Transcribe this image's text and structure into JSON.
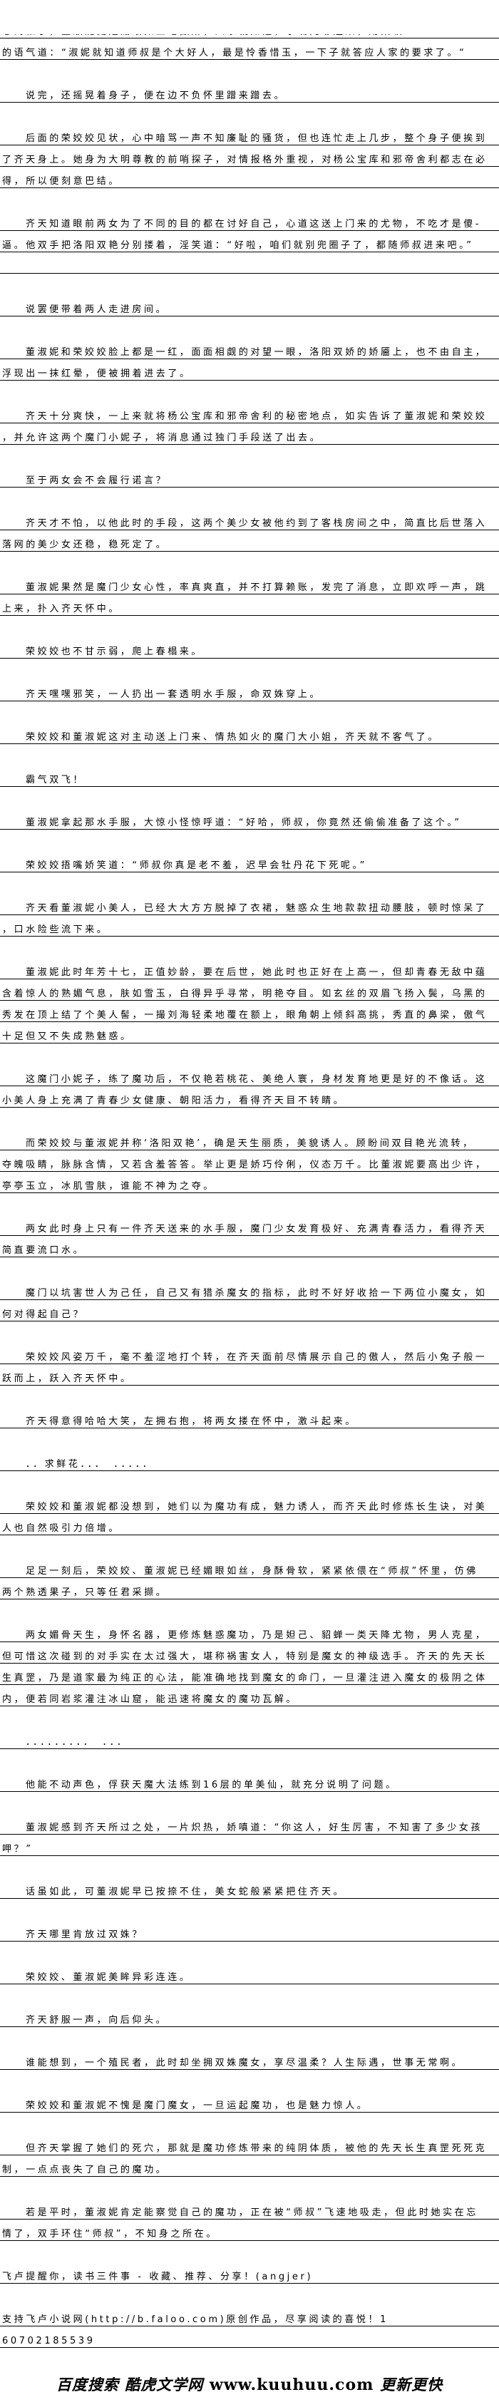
{
  "paragraphs": [
    {
      "lines": [
        "心到松手，董淑妮更是媚眼如丝地撒娇，人家就知道，小嘴儿嘟起来，用柔软",
        "的语气道：“淑妮就知道师叔是个大好人，最是怜香惜玉，一下子就答应人家的要求了。“"
      ],
      "clipped_first": true
    },
    {
      "lines": [
        "说完，还摇晃着身子，便在边不负怀里蹭来蹭去。"
      ]
    },
    {
      "lines": [
        "后面的荣姣姣见状，心中暗骂一声不知廉耻的骚货，但也连忙走上几步，整个身子便挨到",
        "了齐天身上。她身为大明尊教的前哨探子，对情报格外重视，对杨公宝库和邪帝舍利都志在必",
        "得，所以便刻意巴结。"
      ]
    },
    {
      "lines": [
        "齐天知道眼前两女为了不同的目的都在讨好自己，心道这送上门来的尤物，不吃才是傻-",
        "逼。他双手把洛阳双艳分别搂着，淫笑道：“好啦，咱们就别兜圈子了，都随师叔进来吧。”",
        ""
      ]
    },
    {
      "lines": [
        "说罢便带着两人走进房间。"
      ]
    },
    {
      "lines": [
        "董淑妮和荣姣姣脸上都是一红，面面相觑的对望一眼，洛阳双娇的娇靥上，也不由自主，",
        "浮现出一抹红晕，便被拥着进去了。"
      ]
    },
    {
      "lines": [
        "齐天十分爽快，一上来就将杨公宝库和邪帝舍利的秘密地点，如实告诉了董淑妮和荣姣姣",
        "，并允许这两个魔门小妮子，将消息通过独门手段送了出去。"
      ]
    },
    {
      "lines": [
        "至于两女会不会履行诺言？"
      ]
    },
    {
      "lines": [
        "齐天才不怕，以他此时的手段，这两个美少女被他约到了客栈房间之中，简直比后世落入",
        "落网的美少女还稳，稳死定了。"
      ]
    },
    {
      "lines": [
        "董淑妮果然是魔门少女心性，率真爽直，并不打算赖账，发完了消息，立即欢呼一声，跳",
        "上来，扑入齐天怀中。"
      ]
    },
    {
      "lines": [
        "荣姣姣也不甘示弱，爬上春榻来。"
      ]
    },
    {
      "lines": [
        "齐天嘿嘿邪笑，一人扔出一套透明水手服，命双姝穿上。"
      ]
    },
    {
      "lines": [
        "荣姣姣和董淑妮这对主动送上门来、情热如火的魔门大小姐，齐天就不客气了。"
      ]
    },
    {
      "lines": [
        "霸气双飞！"
      ]
    },
    {
      "lines": [
        "董淑妮拿起那水手服，大惊小怪惊呼道：“好哈，师叔，你竟然还偷偷准备了这个。”"
      ]
    },
    {
      "lines": [
        "荣姣姣捂嘴娇笑道：“师叔你真是老不羞，迟早会牡丹花下死呢。”"
      ]
    },
    {
      "lines": [
        "齐天看董淑妮小美人，已经大大方方脱掉了衣裙，魅惑众生地款款扭动腰肢，顿时惊呆了",
        "，口水险些流下来。"
      ]
    },
    {
      "lines": [
        "董淑妮此时年芳十七，正值妙龄，要在后世，她此时也正好在上高一，但却青春无敌中蕴",
        "含着惊人的熟媚气息，肤如雪玉，白得异乎寻常，明艳夺目。如玄丝的双眉飞扬入鬓，乌黑的",
        "秀发在顶上结了个美人髻，一撮刘海轻柔地覆在额上，眼角朝上倾斜高挑，秀直的鼻梁，傲气",
        "十足但又不失成熟魅惑。"
      ]
    },
    {
      "lines": [
        "这魔门小妮子，练了魔功后，不仅艳若桃花、美绝人寰，身材发育地更是好的不像话。这",
        "小美人身上充满了青春少女健康、朝阳活力，看得齐天目不转睛。"
      ]
    },
    {
      "lines": [
        "而荣姣姣与董淑妮并称‘洛阳双艳’，确是天生丽质，美貌诱人。顾盼间双目艳光流转，",
        "夺魄吸睛，脉脉含情，又若含羞答答。举止更是娇巧伶俐，仪态万千。比董淑妮要高出少许，",
        "亭亭玉立，冰肌雪肤，谁能不神为之夺。"
      ]
    },
    {
      "lines": [
        "两女此时身上只有一件齐天送来的水手服，魔门少女发育极好、充满青春活力，看得齐天",
        "简直要流口水。"
      ]
    },
    {
      "lines": [
        "魔门以坑害世人为己任，自己又有猎杀魔女的指标，此时不好好收拾一下两位小魔女，如",
        "何对得起自己？"
      ]
    },
    {
      "lines": [
        "荣姣姣风姿万千，毫不羞涩地打个转，在齐天面前尽情展示自己的傲人，然后小兔子般一",
        "跃而上，跃入齐天怀中。"
      ]
    },
    {
      "lines": [
        "齐天得意得哈哈大笑，左拥右抱，将两女搂在怀中，激斗起来。"
      ]
    },
    {
      "lines": [
        "．．求鲜花．．．　．．．．．"
      ]
    },
    {
      "lines": [
        "荣姣姣和董淑妮都没想到，她们以为魔功有成，魅力诱人，而齐天此时修炼长生诀，对美",
        "人也自然吸引力倍增。"
      ]
    },
    {
      "lines": [
        "足足一刻后，荣姣姣、董淑妮已经媚眼如丝，身酥骨软，紧紧依偎在“师叔”怀里，仿佛",
        "两个熟透果子，只等任君采撷。"
      ]
    },
    {
      "lines": [
        "两女媚骨天生，身怀名器，更修炼魅惑魔功，乃是妲己、貂蝉一类天降尤物，男人克星，",
        "但可惜这次碰到的对手实在太过强大，堪称祸害女人，特别是魔女的神级选手。齐天的先天长",
        "生真罡，乃是道家最为纯正的心法，能准确地找到魔女的命门，一旦灌注进入魔女的极阴之体",
        "内，便若同岩浆灌注冰山窟，能迅速将魔女的魔功瓦解。"
      ]
    },
    {
      "lines": [
        "．．．．．．．．．　．．．"
      ]
    },
    {
      "lines": [
        "他能不动声色，俘获天魔大法练到16层的单美仙，就充分说明了问题。"
      ]
    },
    {
      "lines": [
        "董淑妮感到齐天所过之处，一片炽热，娇嗔道：“你这人，好生厉害，不知害了多少女孩",
        "呷？”"
      ]
    },
    {
      "lines": [
        "话虽如此，可董淑妮早已按捺不住，美女蛇般紧紧把住齐天。"
      ]
    },
    {
      "lines": [
        "齐天哪里肯放过双姝？"
      ]
    },
    {
      "lines": [
        "荣姣姣、董淑妮美眸异彩连连。"
      ]
    },
    {
      "lines": [
        "齐天舒服一声，向后仰头。"
      ]
    },
    {
      "lines": [
        "谁能想到，一个殖民者，此时却坐拥双姝魔女，享尽温柔？人生际遇，世事无常啊。"
      ]
    },
    {
      "lines": [
        "荣姣姣和董淑妮不愧是魔门魔女，一旦运起魔功，也是魅力惊人。"
      ]
    },
    {
      "lines": [
        "但齐天掌握了她们的死穴，那就是魔功修炼带来的纯阴体质，被他的先天长生真罡死死克",
        "制，一点点丧失了自己的魔功。"
      ]
    },
    {
      "lines": [
        "若是平时，董淑妮肯定能察觉自己的魔功，正在被“师叔”飞速地吸走，但此时她实在忘",
        "情了，双手环住“师叔”，不知身之所在。"
      ]
    }
  ],
  "footer": {
    "reminder": "飞卢提醒你，读书三件事 - 收藏、推荐、分享！(angjer)",
    "support_line1": "支持飞卢小说网(http://b.faloo.com)原创作品，尽享阅读的喜悦！1",
    "support_line2": "60702185539"
  },
  "banner": {
    "part1": "百度搜索 酷虎文学网",
    "url": "www.kuuhuu.com",
    "part2": "更新更快"
  }
}
